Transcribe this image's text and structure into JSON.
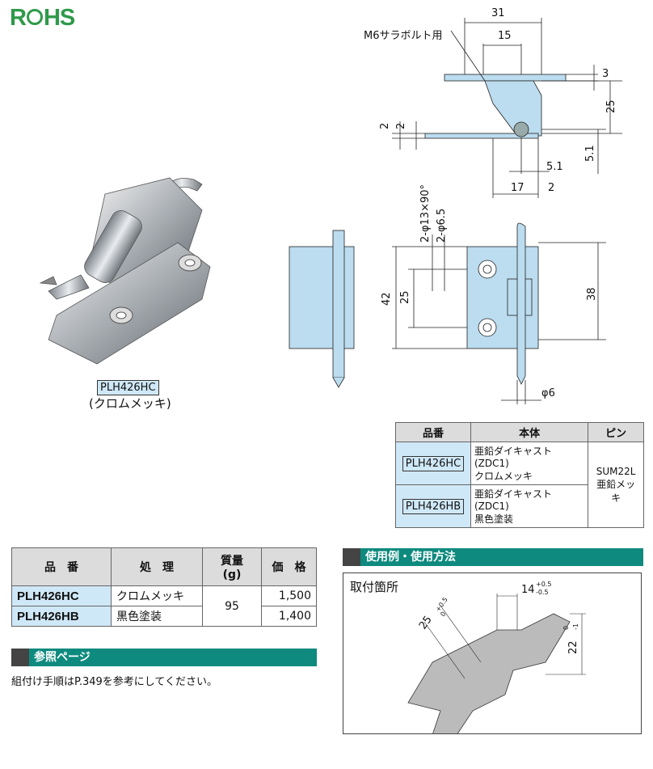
{
  "logo": {
    "text_a": "R",
    "text_b": "HS"
  },
  "photo": {
    "part_no": "PLH426HC",
    "finish": "(クロムメッキ)"
  },
  "drawing": {
    "note": "M6サラボルト用",
    "dim_31": "31",
    "dim_15": "15",
    "dim_3": "3",
    "dim_25_side": "25",
    "dim_2a": "2",
    "dim_2b": "2",
    "dim_5_1a": "5.1",
    "dim_5_1b": "5.1",
    "dim_17": "17",
    "dim_2c": "2",
    "hole_a": "2-φ13×90°",
    "hole_b": "2-φ6.5",
    "dim_42": "42",
    "dim_25_front": "25",
    "dim_38": "38",
    "dim_phi6": "φ6"
  },
  "spec_table": {
    "headers": [
      "品番",
      "本体",
      "ピン"
    ],
    "rows": [
      {
        "part": "PLH426HC",
        "body_1": "亜鉛ダイキャスト(ZDC1)",
        "body_2": "クロムメッキ"
      },
      {
        "part": "PLH426HB",
        "body_1": "亜鉛ダイキャスト(ZDC1)",
        "body_2": "黒色塗装"
      }
    ],
    "pin_1": "SUM22L",
    "pin_2": "亜鉛メッキ"
  },
  "price_table": {
    "headers": [
      "品　番",
      "処　理",
      "質量\n(g)",
      "価　格"
    ],
    "rows": [
      {
        "part": "PLH426HC",
        "treatment": "クロムメッキ",
        "price": "1,500"
      },
      {
        "part": "PLH426HB",
        "treatment": "黒色塗装",
        "price": "1,400"
      }
    ],
    "mass": "95"
  },
  "reference": {
    "title": "参照ページ",
    "text": "組付け手順はP.349を参考にしてください。"
  },
  "usage": {
    "title": "使用例・使用方法",
    "subtitle": "取付箇所",
    "dim_14": "14",
    "tol_14_up": "+0.5",
    "tol_14_dn": "-0.5",
    "dim_25": "25",
    "tol_25_up": "+0.5",
    "tol_25_dn": "0",
    "dim_22": "22",
    "tol_22_up": "0",
    "tol_22_dn": "-1"
  },
  "colors": {
    "accent": "#0e8a7e",
    "highlight": "#cfe8f7",
    "logo": "#2e9a4a"
  }
}
